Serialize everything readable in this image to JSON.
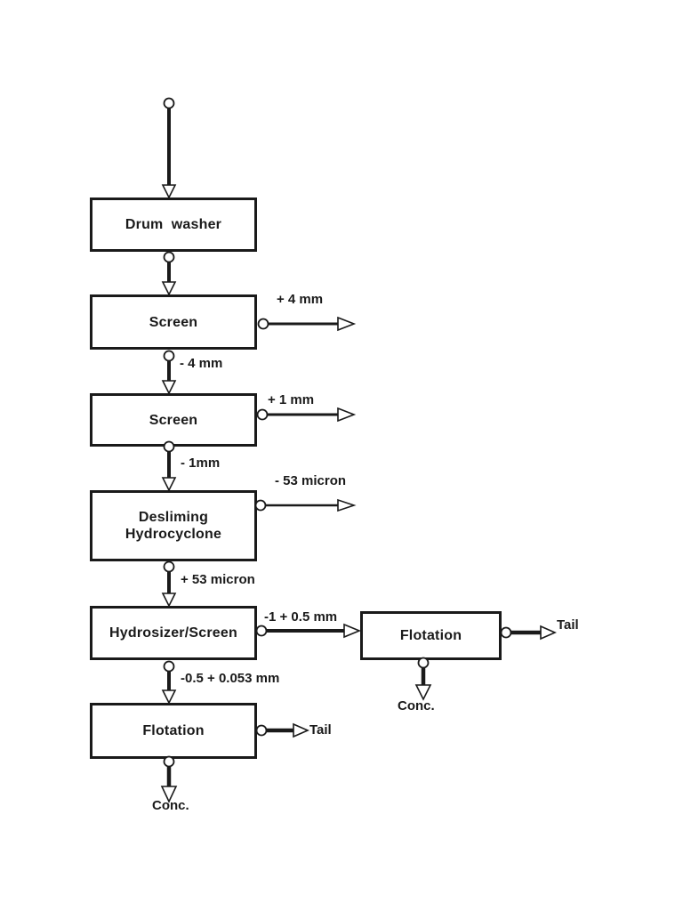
{
  "diagram_kind": "process-flowsheet",
  "nodes": {
    "drum_washer": {
      "label": "Drum  washer"
    },
    "screen_1": {
      "label": "Screen"
    },
    "screen_2": {
      "label": "Screen"
    },
    "desliming_hydrocyclone": {
      "line1": "Desliming",
      "line2": "Hydrocyclone"
    },
    "hydrosizer_screen": {
      "label": "Hydrosizer/Screen"
    },
    "flotation_coarse": {
      "label": "Flotation"
    },
    "flotation_fine": {
      "label": "Flotation"
    }
  },
  "stream_labels": {
    "plus_4_mm": "+ 4 mm",
    "minus_4_mm": "- 4 mm",
    "plus_1_mm": "+ 1 mm",
    "minus_1_mm": "- 1mm",
    "minus_53_micron": "- 53 micron",
    "plus_53_micron": "+ 53 micron",
    "minus_1_plus_0_5_mm": "-1 + 0.5 mm",
    "minus_0_5_plus_0_053_mm": "-0.5 + 0.053 mm",
    "tail_coarse": "Tail",
    "conc_coarse": "Conc.",
    "tail_fine": "Tail",
    "conc_fine": "Conc."
  },
  "edges": [
    {
      "from": "feed",
      "to": "drum_washer",
      "label": ""
    },
    {
      "from": "drum_washer",
      "to": "screen_1",
      "label": ""
    },
    {
      "from": "screen_1",
      "to": "offsheet-right",
      "label": "+ 4 mm"
    },
    {
      "from": "screen_1",
      "to": "screen_2",
      "label": "- 4 mm"
    },
    {
      "from": "screen_2",
      "to": "offsheet-right",
      "label": "+ 1 mm"
    },
    {
      "from": "screen_2",
      "to": "desliming_hydrocyclone",
      "label": "- 1mm"
    },
    {
      "from": "desliming_hydrocyclone",
      "to": "offsheet-right",
      "label": "- 53 micron"
    },
    {
      "from": "desliming_hydrocyclone",
      "to": "hydrosizer_screen",
      "label": "+ 53 micron"
    },
    {
      "from": "hydrosizer_screen",
      "to": "flotation_coarse",
      "label": "-1 + 0.5 mm"
    },
    {
      "from": "hydrosizer_screen",
      "to": "flotation_fine",
      "label": "-0.5 + 0.053 mm"
    },
    {
      "from": "flotation_coarse",
      "to": "offsheet-right",
      "label": "Tail"
    },
    {
      "from": "flotation_coarse",
      "to": "offsheet-down",
      "label": "Conc."
    },
    {
      "from": "flotation_fine",
      "to": "offsheet-right",
      "label": "Tail"
    },
    {
      "from": "flotation_fine",
      "to": "offsheet-down",
      "label": "Conc."
    }
  ],
  "colors": {
    "line": "#1a1a1a",
    "box_border": "#1a1a1a",
    "box_fill": "#ffffff",
    "text": "#1a1a1a",
    "background": "#ffffff"
  }
}
